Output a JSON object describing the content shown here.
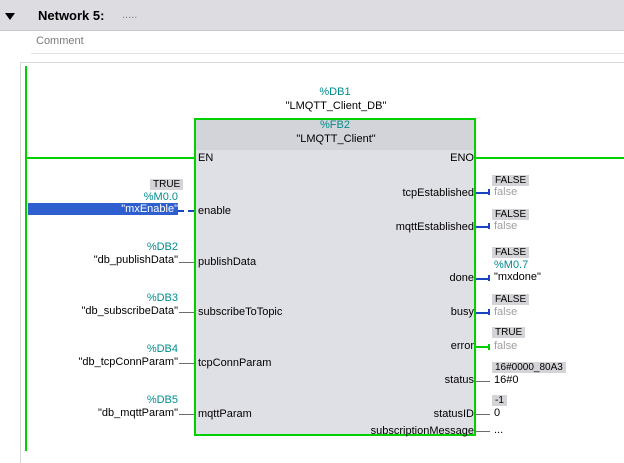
{
  "network": {
    "title": "Network 5:",
    "title_dots": ".....",
    "comment": "Comment"
  },
  "instance": {
    "address": "%DB1",
    "name": "\"LMQTT_Client_DB\""
  },
  "block": {
    "address": "%FB2",
    "name": "\"LMQTT_Client\""
  },
  "pins": {
    "en": "EN",
    "eno": "ENO",
    "inputs": {
      "enable": "enable",
      "publishData": "publishData",
      "subscribeToTopic": "subscribeToTopic",
      "tcpConnParam": "tcpConnParam",
      "mqttParam": "mqttParam"
    },
    "outputs": {
      "tcpEstablished": "tcpEstablished",
      "mqttEstablished": "mqttEstablished",
      "done": "done",
      "busy": "busy",
      "error": "error",
      "status": "status",
      "statusID": "statusID",
      "subscriptionMessage": "subscriptionMessage"
    }
  },
  "input_operands": {
    "enable": {
      "monitor": "TRUE",
      "address": "%M0.0",
      "name": "\"mxEnable\""
    },
    "publishData": {
      "address": "%DB2",
      "name": "\"db_publishData\""
    },
    "subscribeToTopic": {
      "address": "%DB3",
      "name": "\"db_subscribeData\""
    },
    "tcpConnParam": {
      "address": "%DB4",
      "name": "\"db_tcpConnParam\""
    },
    "mqttParam": {
      "address": "%DB5",
      "name": "\"db_mqttParam\""
    }
  },
  "output_operands": {
    "tcpEstablished": {
      "monitor": "FALSE",
      "value": "false"
    },
    "mqttEstablished": {
      "monitor": "FALSE",
      "value": "false"
    },
    "done": {
      "monitor": "FALSE",
      "address": "%M0.7",
      "name": "\"mxdone\""
    },
    "busy": {
      "monitor": "FALSE",
      "value": "false"
    },
    "error": {
      "monitor": "TRUE",
      "value": "false"
    },
    "status": {
      "monitor": "16#0000_80A3",
      "value": "16#0"
    },
    "statusID": {
      "monitor": "-1",
      "value": "0"
    },
    "subscriptionMessage": {
      "value": "..."
    }
  },
  "colors": {
    "rung": "#00d000",
    "address": "#008c8c",
    "selection": "#2f5fcf",
    "bool_wire": "#1a45c0"
  }
}
